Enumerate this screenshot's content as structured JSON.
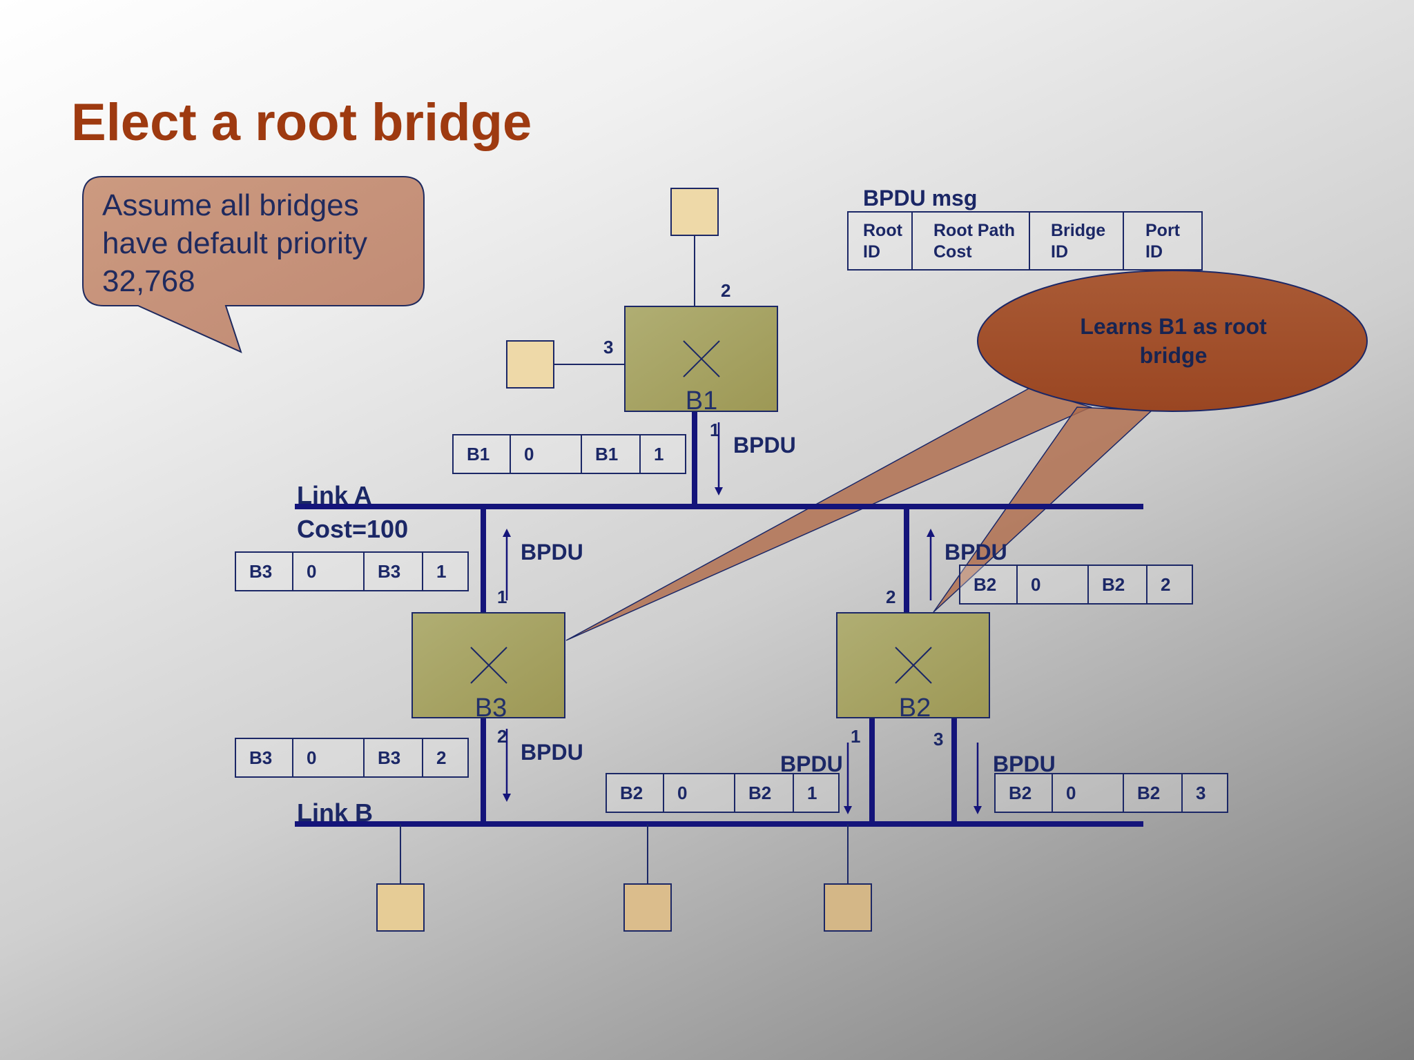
{
  "title": "Elect a root bridge",
  "callout": {
    "lines": [
      "Assume all bridges",
      "have default priority",
      "32,768"
    ]
  },
  "bubble": {
    "lines": [
      "Learns B1 as root",
      "bridge"
    ]
  },
  "bpdu_format": {
    "title": "BPDU msg",
    "fields": [
      {
        "line1": "Root",
        "line2": "ID"
      },
      {
        "line1": "Root Path",
        "line2": "Cost"
      },
      {
        "line1": "Bridge",
        "line2": "ID"
      },
      {
        "line1": "Port",
        "line2": "ID"
      }
    ]
  },
  "links": [
    {
      "name": "Link A",
      "cost": "Cost=100"
    },
    {
      "name": "Link B"
    }
  ],
  "bridges": [
    {
      "name": "B1",
      "ports": {
        "top": "2",
        "left": "3",
        "bottom": "1"
      }
    },
    {
      "name": "B3",
      "ports": {
        "top": "1",
        "bottom": "2"
      }
    },
    {
      "name": "B2",
      "ports": {
        "top": "2",
        "bottom_left": "1",
        "bottom_right": "3"
      }
    }
  ],
  "bpdu_label": "BPDU",
  "messages": [
    {
      "id": "b1-port1",
      "cells": [
        "B1",
        "0",
        "B1",
        "1"
      ]
    },
    {
      "id": "b3-port1",
      "cells": [
        "B3",
        "0",
        "B3",
        "1"
      ]
    },
    {
      "id": "b2-port2",
      "cells": [
        "B2",
        "0",
        "B2",
        "2"
      ]
    },
    {
      "id": "b3-port2",
      "cells": [
        "B3",
        "0",
        "B3",
        "2"
      ]
    },
    {
      "id": "b2-port1",
      "cells": [
        "B2",
        "0",
        "B2",
        "1"
      ]
    },
    {
      "id": "b2-port3",
      "cells": [
        "B2",
        "0",
        "B2",
        "3"
      ]
    }
  ],
  "colors": {
    "title": "#9e3a10",
    "text_navy": "#1b2766",
    "bridge_fill": "#a9a865",
    "host_fill": "#eed9a8",
    "callout_fill": "#c8927a",
    "bubble_fill": "#a04d28",
    "link_line": "#14147a"
  }
}
